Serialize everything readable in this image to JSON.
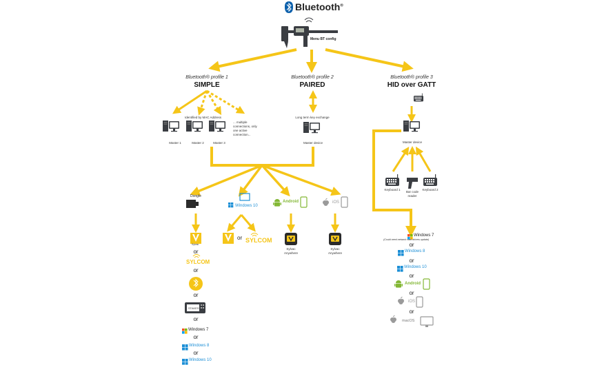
{
  "header": {
    "brand": "Bluetooth",
    "trademark": "®"
  },
  "config_label": "Menu BT config",
  "profiles": [
    {
      "subtitle": "Bluetooth® profile 1",
      "title": "SIMPLE"
    },
    {
      "subtitle": "Bluetooth® profile 2",
      "title": "PAIRED"
    },
    {
      "subtitle": "Bluetooth® profile 3",
      "title": "HID over GATT"
    }
  ],
  "simple": {
    "identified": "Identified by MAC Address",
    "multi_note": "... multiple connections, only one active connection...",
    "masters": [
      "Master 1",
      "Master 2",
      "Master 3"
    ]
  },
  "paired": {
    "key_exchange": "Long term key exchange",
    "master": "Master device"
  },
  "hid": {
    "master": "Master device",
    "devices": [
      "Keyboard 1",
      "Bar code reader",
      "Keyboard 2"
    ]
  },
  "targets": {
    "dongle": "Dongle",
    "windows10": "Windows 10",
    "android": "Android",
    "ios": "iOS",
    "or": "or",
    "sylcom": "SYLCOM",
    "app_label": "Sylvac Anywhere"
  },
  "dongle_chain": {
    "v_sylvac": "Sylvac",
    "sylcom": "SYLCOM",
    "stakes": "STAKES",
    "windows7": "Windows 7",
    "windows8": "Windows 8",
    "windows10": "Windows 10"
  },
  "hid_chain": {
    "windows7": "Windows 7",
    "windows7_note": "(Could need network card drivers update)",
    "windows8": "Windows 8",
    "windows10": "Windows 10",
    "android": "Android",
    "ios": "iOS",
    "macos": "macOS"
  },
  "colors": {
    "arrow": "#f5c518",
    "windows": "#1d8fd6",
    "android": "#83b735",
    "bluetooth": "#0a5fab",
    "device": "#3a3d42"
  }
}
